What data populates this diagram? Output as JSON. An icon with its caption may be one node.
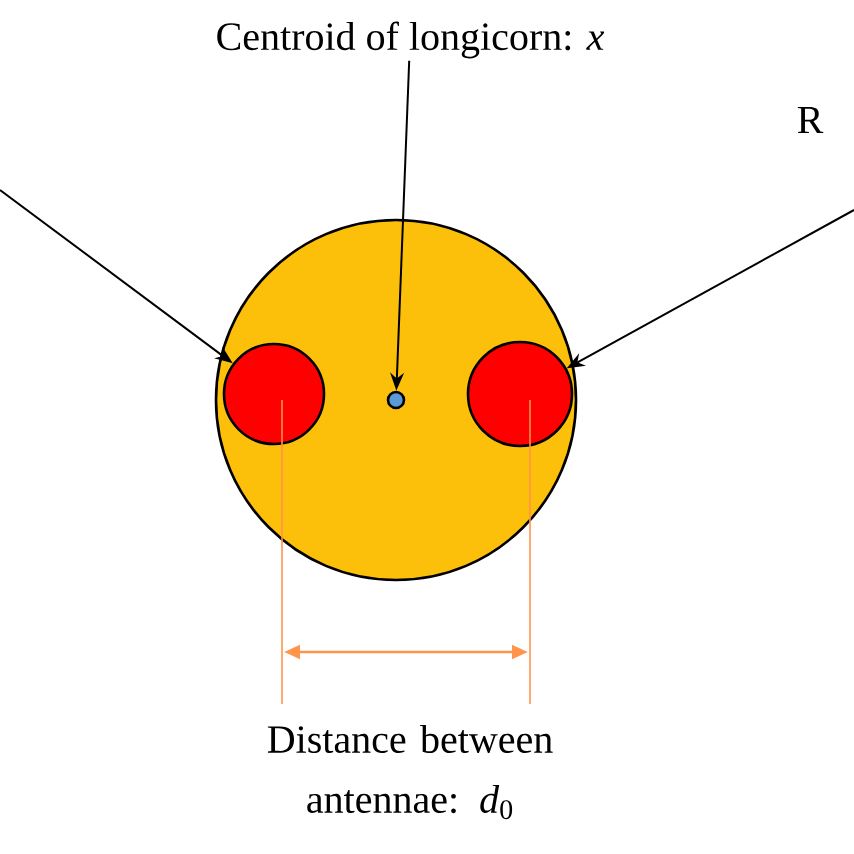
{
  "diagram": {
    "nodes": [
      {
        "text": [
          "Centroid of longicorn: *x*"
        ]
      },
      {
        "text": [
          "R"
        ]
      },
      {
        "text": [],
        "shape": "circle"
      },
      {
        "text": [],
        "shape": "circle",
        "in": 2
      },
      {
        "text": [],
        "shape": "circle",
        "in": 2
      },
      {
        "text": [],
        "shape": "circle",
        "in": 2
      }
    ],
    "edges": [
      {
        "from": null,
        "to": 3,
        "arrow": "to"
      },
      {
        "from": 0,
        "to": 4,
        "arrow": "to"
      },
      {
        "from": 1,
        "to": 5,
        "arrow": "to"
      }
    ],
    "labels": [
      "Distance between antennae: *d*$_{0}$"
    ]
  }
}
